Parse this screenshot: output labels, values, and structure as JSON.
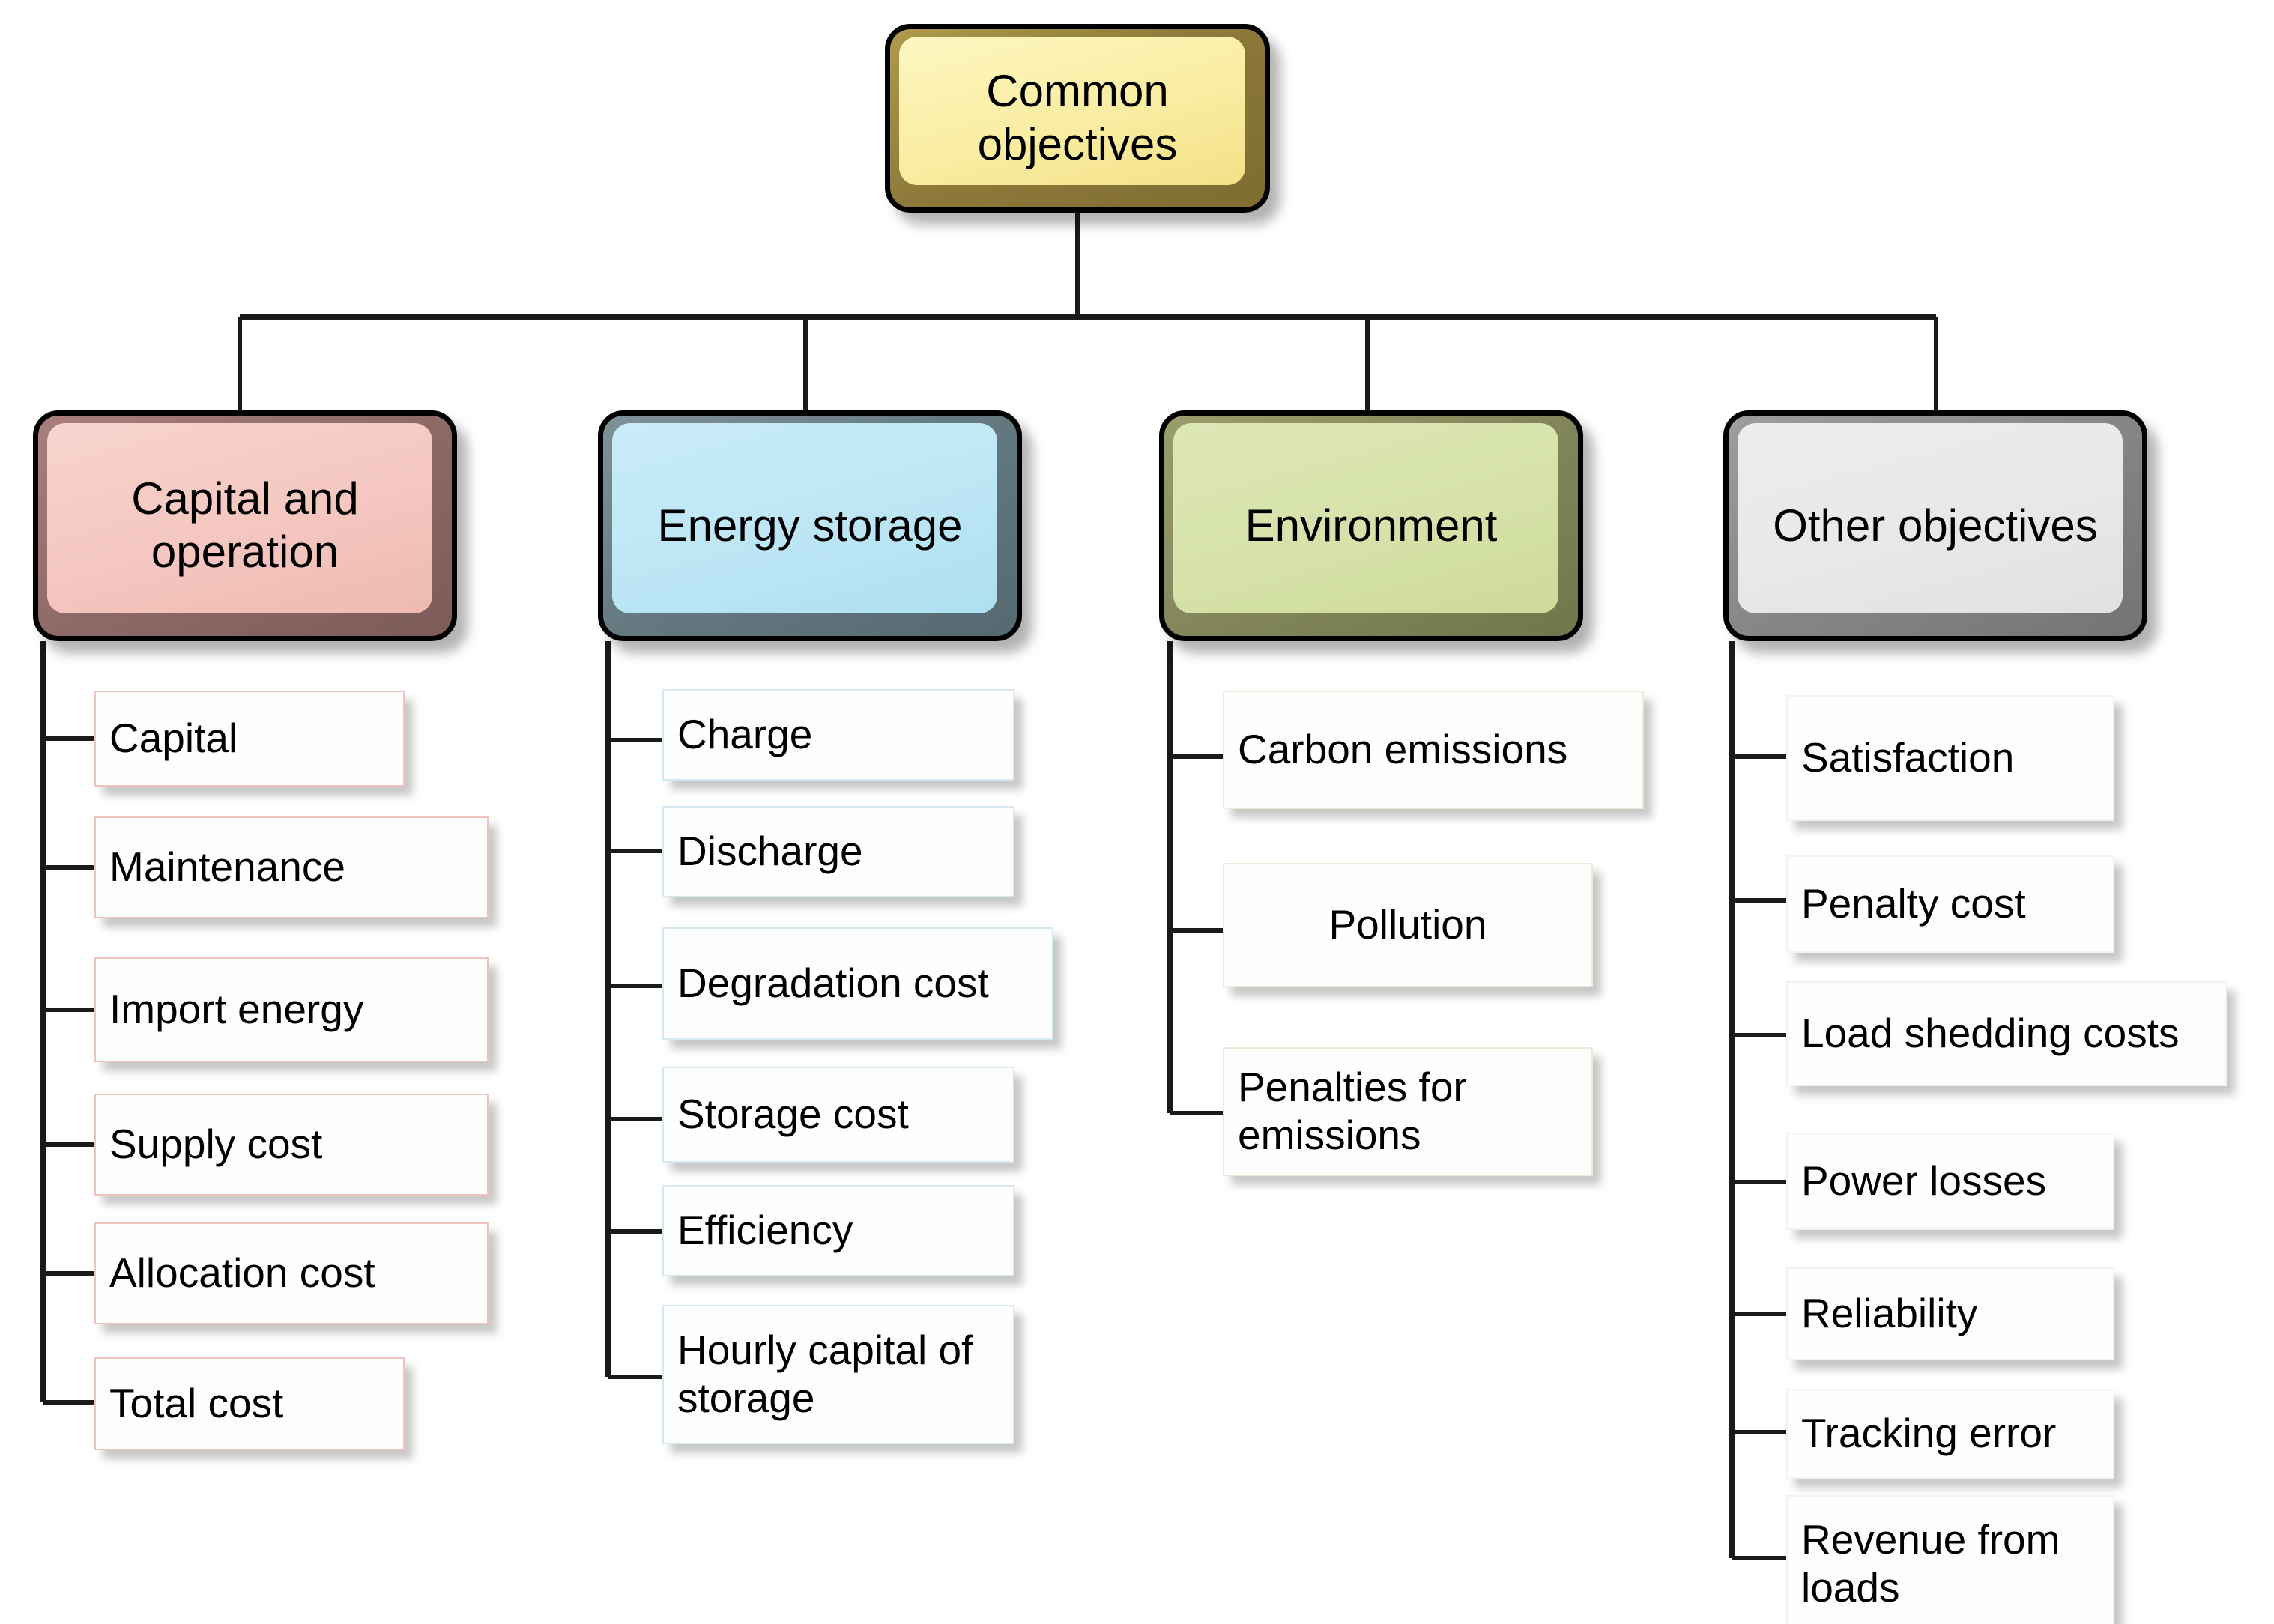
{
  "diagram": {
    "title": "Common objectives",
    "type": "hierarchy-tree",
    "root": {
      "label": "Common objectives",
      "fill": "#faeda2",
      "shadow_fill": "#8e7a3a"
    },
    "categories": [
      {
        "label": "Capital and operation",
        "fill": "#f4c7c0",
        "border": "#f0c4bd",
        "items": [
          "Capital",
          "Maintenance",
          "Import energy",
          "Supply cost",
          "Allocation cost",
          "Total cost"
        ]
      },
      {
        "label": "Energy storage",
        "fill": "#bde6f5",
        "border": "#d5e9f2",
        "items": [
          "Charge",
          "Discharge",
          "Degradation cost",
          "Storage cost",
          "Efficiency",
          "Hourly capital of storage"
        ]
      },
      {
        "label": "Environment",
        "fill": "#d6e2a9",
        "border": "#e8edd6",
        "items": [
          "Carbon emissions",
          "Pollution",
          "Penalties for emissions"
        ]
      },
      {
        "label": "Other objectives",
        "fill": "#e8e8e8",
        "border": "#f2f2f2",
        "items": [
          "Satisfaction",
          "Penalty cost",
          "Load shedding costs",
          "Power losses",
          "Reliability",
          "Tracking error",
          "Revenue from loads"
        ]
      }
    ]
  }
}
